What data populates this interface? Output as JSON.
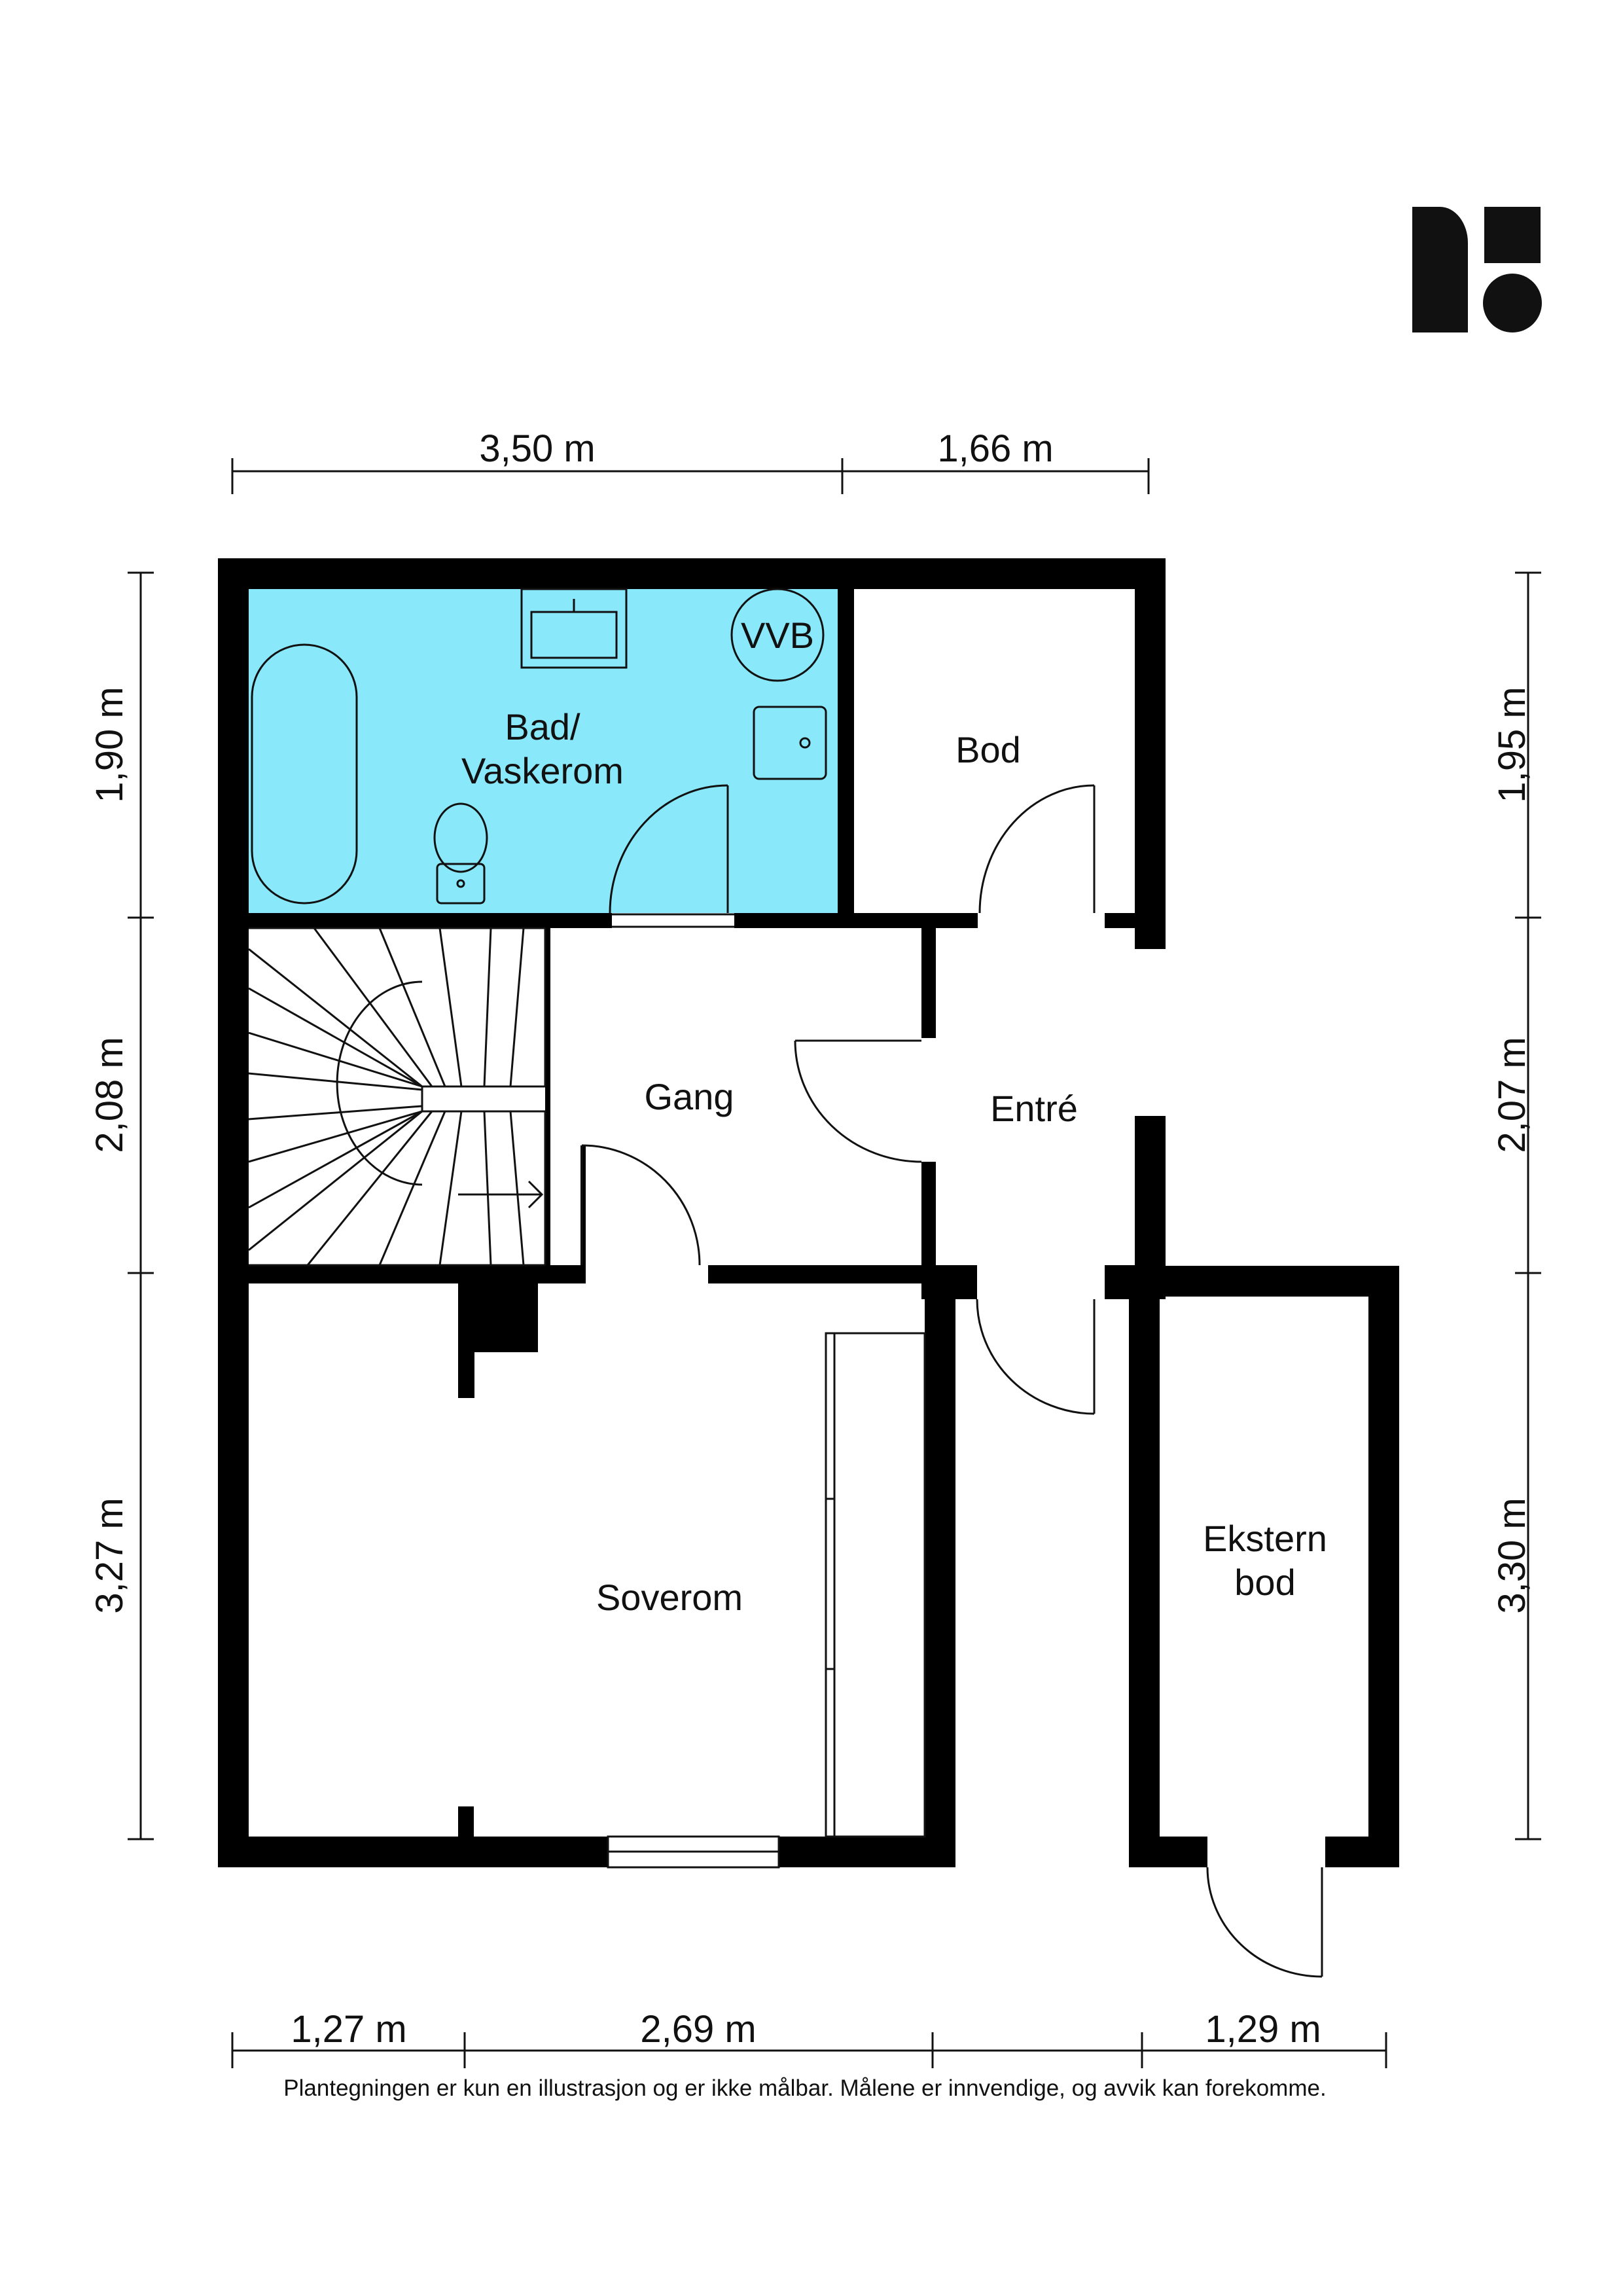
{
  "logo": {
    "name": "company-logo"
  },
  "colors": {
    "wall": "#000000",
    "bathroom": "#89E8FA",
    "background": "#FFFFFF"
  },
  "rooms": {
    "bathroom_line1": "Bad/",
    "bathroom_line2": "Vaskerom",
    "water_heater": "VVB",
    "storage": "Bod",
    "hallway": "Gang",
    "entrance": "Entré",
    "bedroom": "Soverom",
    "external_storage_line1": "Ekstern",
    "external_storage_line2": "bod"
  },
  "dimensions": {
    "top": [
      "3,50 m",
      "1,66 m"
    ],
    "left": [
      "1,90 m",
      "2,08 m",
      "3,27 m"
    ],
    "right": [
      "1,95 m",
      "2,07 m",
      "3,30 m"
    ],
    "bottom": [
      "1,27 m",
      "2,69 m",
      "1,29 m"
    ]
  },
  "disclaimer": "Plantegningen er kun en illustrasjon og er ikke målbar. Målene er innvendige, og avvik kan forekomme."
}
